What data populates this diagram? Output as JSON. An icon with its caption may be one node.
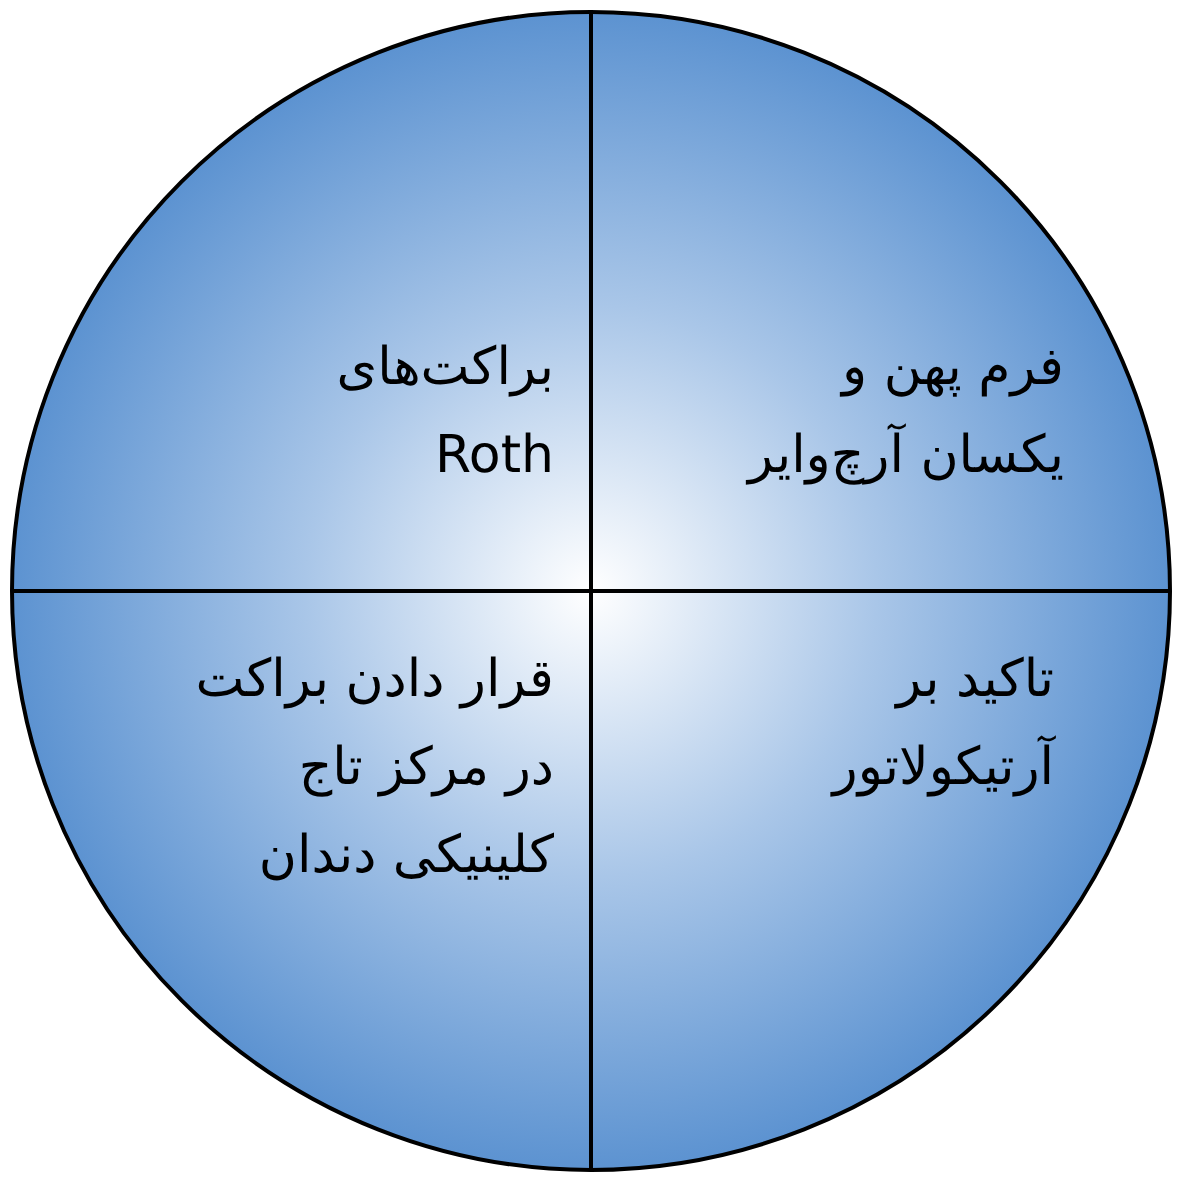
{
  "diagram": {
    "nodes": [
      {
        "text": [],
        "shape": "circle"
      },
      {
        "text": [
          "فرم پهن و یکسان آرچ‌وایر"
        ],
        "in": 0
      },
      {
        "text": [
          "براکت‌های Roth"
        ],
        "in": 0
      },
      {
        "text": [
          "تاکید بر آرتیکولاتور"
        ],
        "in": 0
      },
      {
        "text": [
          "قرار دادن براکت در مرکز تاج کلینیکی دندان"
        ],
        "in": 0
      }
    ],
    "edges": []
  }
}
